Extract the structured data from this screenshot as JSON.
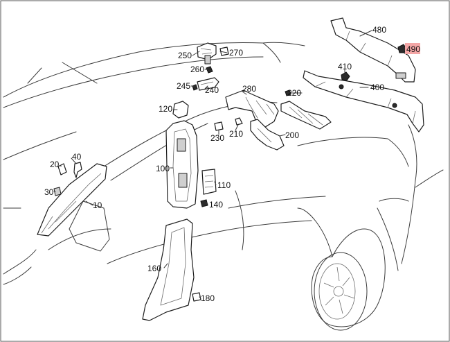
{
  "diagram": {
    "highlight_color": "#f4a6a6",
    "labels": [
      {
        "key": "l480",
        "text": "480"
      },
      {
        "key": "l490",
        "text": "490",
        "highlighted": true
      },
      {
        "key": "l250",
        "text": "250"
      },
      {
        "key": "l270",
        "text": "270"
      },
      {
        "key": "l260",
        "text": "260"
      },
      {
        "key": "l410",
        "text": "410"
      },
      {
        "key": "l400",
        "text": "400"
      },
      {
        "key": "l245",
        "text": "245"
      },
      {
        "key": "l240",
        "text": "240"
      },
      {
        "key": "l280",
        "text": "280"
      },
      {
        "key": "l220",
        "text": "220"
      },
      {
        "key": "l120",
        "text": "120"
      },
      {
        "key": "l230",
        "text": "230"
      },
      {
        "key": "l210",
        "text": "210"
      },
      {
        "key": "l200",
        "text": "200"
      },
      {
        "key": "l40",
        "text": "40"
      },
      {
        "key": "l20",
        "text": "20"
      },
      {
        "key": "l100",
        "text": "100"
      },
      {
        "key": "l110",
        "text": "110"
      },
      {
        "key": "l30",
        "text": "30"
      },
      {
        "key": "l140",
        "text": "140"
      },
      {
        "key": "l10",
        "text": "10"
      },
      {
        "key": "l160",
        "text": "160"
      },
      {
        "key": "l180",
        "text": "180"
      }
    ]
  }
}
